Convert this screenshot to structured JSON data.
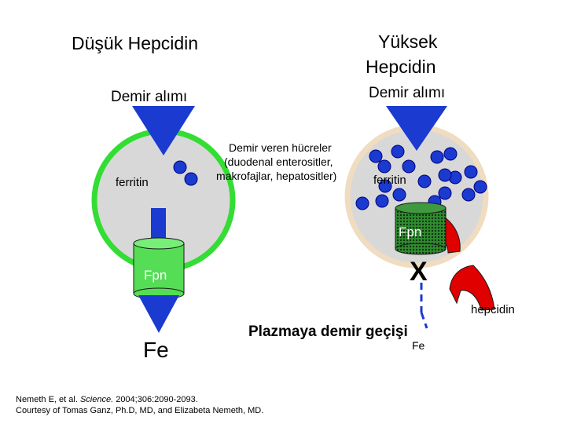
{
  "left": {
    "title": "Düşük Hepcidin",
    "intake": "Demir alımı",
    "ferritin": "ferritin",
    "fpn": "Fpn",
    "fe": "Fe"
  },
  "right": {
    "title_line1": "Yüksek",
    "title_line2": "Hepcidin",
    "intake": "Demir alımı",
    "ferritin": "ferritin",
    "fpn": "Fpn",
    "block_mark": "X",
    "hepcidin": "hepcidin",
    "fe": "Fe"
  },
  "center": {
    "cell_line1": "Demir veren hücreler",
    "cell_line2": "(duodenal enterositler,",
    "cell_line3": "makrofajlar, hepatositler)",
    "plasma": "Plazmaya demir geçişi"
  },
  "footer": {
    "line1_a": "Nemeth E, et al. ",
    "line1_journal": "Science.",
    "line1_b": " 2004;306:2090-2093.",
    "line2": "Courtesy of Tomas Ganz, Ph.D, MD, and Elizabeta Nemeth, MD."
  },
  "colors": {
    "left_cell_border": "#33dd33",
    "right_cell_border": "#f0dcc0",
    "cell_fill": "#d8d8d8",
    "iron_blue": "#1a3ad0",
    "fpn_green": "#55dd55",
    "hepcidin_red": "#e00000"
  }
}
